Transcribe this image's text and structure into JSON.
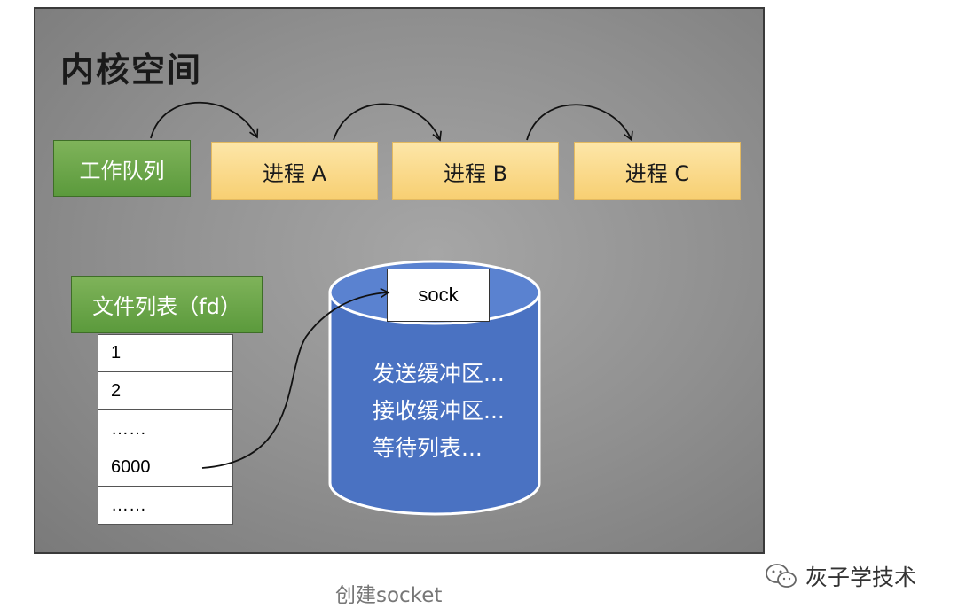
{
  "diagram": {
    "title": "内核空间",
    "work_queue": "工作队列",
    "processes": [
      "进程 A",
      "进程 B",
      "进程 C"
    ],
    "fd_table_label": "文件列表（fd）",
    "fd_rows": [
      "1",
      "2",
      "……",
      "6000",
      "……"
    ],
    "sock_label": "sock",
    "socket_contents": [
      "发送缓冲区...",
      "接收缓冲区...",
      "等待列表..."
    ]
  },
  "caption": "创建socket",
  "brand": {
    "icon": "wechat-icon",
    "name": "灰子学技术"
  }
}
